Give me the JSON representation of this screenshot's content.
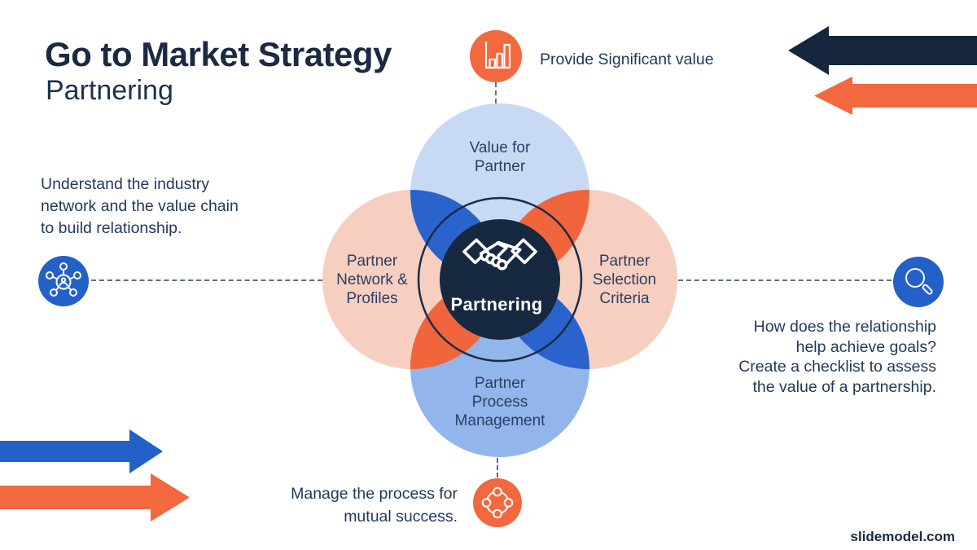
{
  "header": {
    "title": "Go to Market Strategy",
    "subtitle": "Partnering"
  },
  "callouts": {
    "top": {
      "icon": "bar-chart",
      "text": "Provide Significant value"
    },
    "left": {
      "icon": "network",
      "text": "Understand the industry\nnetwork and the value chain\nto build relationship."
    },
    "right": {
      "icon": "magnifier",
      "text": "How does the relationship\nhelp achieve goals?\nCreate a checklist to assess\nthe value of a partnership."
    },
    "bottom": {
      "icon": "cycle",
      "text": "Manage the process for\nmutual success."
    }
  },
  "venn": {
    "center": {
      "label": "Partnering",
      "icon": "handshake"
    },
    "top_circle": "Value for\nPartner",
    "left_circle": "Partner\nNetwork &\nProfiles",
    "right_circle": "Partner\nSelection\nCriteria",
    "bottom_circle": "Partner\nProcess\nManagement"
  },
  "footer": {
    "website": "slidemodel.com"
  },
  "colors": {
    "navy": "#17263f",
    "blue": "#2361c9",
    "orange": "#f2683f",
    "petal_blue": "#2a63cc",
    "petal_orange": "#f0653c",
    "light_blue": "#c8d9f4",
    "medium_blue": "#92b6eb",
    "peach": "#f7cfc0"
  }
}
